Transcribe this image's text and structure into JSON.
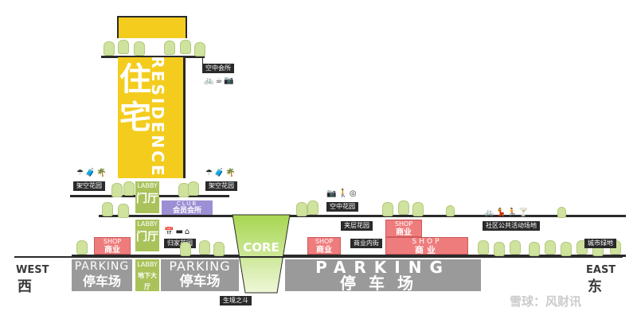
{
  "tower": {
    "residence_en": "RESIDENCE",
    "residence_cn": "住宅"
  },
  "labels": {
    "sky_club": "空中会所",
    "stilted_garden_left": "架空花园",
    "stilted_garden_right": "架空花园",
    "home_garden": "归家花园",
    "sky_garden": "空中花园",
    "mezzanine_garden": "夹层花园",
    "commercial_street": "商业内街",
    "community_plaza": "社区公共活动场地",
    "city_green": "城市绿地",
    "eco_bucket": "生境之斗"
  },
  "blocks": {
    "lobby_en_1": "LABBY",
    "lobby_cn_1": "门厅",
    "lobby_en_2": "LABBY",
    "lobby_cn_2": "门厅",
    "lobby_en_3": "LABBY",
    "lobby_cn_3": "地下大厅",
    "club_en": "CLUB",
    "club_cn": "会员会所",
    "shop_en_1": "SHOP",
    "shop_cn_1": "商业",
    "shop_en_2": "SHOP",
    "shop_cn_2": "商业",
    "shop_en_3": "SHOP",
    "shop_cn_3": "商业",
    "shop_en_4": "SHOP",
    "shop_cn_4": "商业",
    "core": "CORE"
  },
  "parking": {
    "en_1": "PARKING",
    "cn_1": "停车场",
    "en_2": "PARKING",
    "cn_2": "停车场",
    "en_3": "PARKING",
    "cn_3": "停车场"
  },
  "orientation": {
    "west_en": "WEST",
    "west_cn": "西",
    "east_en": "EAST",
    "east_cn": "东"
  },
  "watermark": "雪球：风财讯",
  "icons": {
    "sky_club": [
      "bike-icon",
      "coffee-icon",
      "camera-icon"
    ],
    "stilted_left": [
      "umbrella-icon",
      "luggage-icon",
      "palm-icon"
    ],
    "stilted_right": [
      "umbrella-icon",
      "luggage-icon",
      "palm-icon"
    ],
    "home_garden": [
      "calendar-icon",
      "bench-icon",
      "pavilion-icon"
    ],
    "sky_garden": [
      "camera-icon",
      "walker-icon",
      "ring-icon"
    ],
    "community_plaza": [
      "bike-icon",
      "dancer-icon",
      "runner-icon",
      "cocktail-icon"
    ]
  },
  "colors": {
    "residence": "#f3cc1e",
    "lobby": "#a9c25a",
    "club": "#9d8fd4",
    "shop": "#ef7c7c",
    "parking": "#9a9a9a",
    "core": "#b9dd6a",
    "tree": "#cfe29e"
  }
}
